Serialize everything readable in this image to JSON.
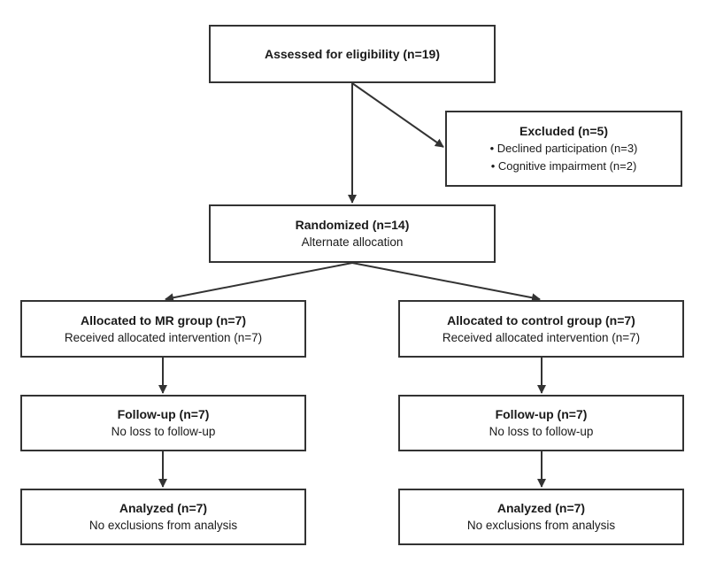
{
  "assessed": {
    "title": "Assessed for eligibility (n=19)"
  },
  "excluded": {
    "title": "Excluded (n=5)",
    "items": [
      "• Declined participation (n=3)",
      "• Cognitive impairment (n=2)"
    ]
  },
  "randomized": {
    "title": "Randomized (n=14)",
    "sub": "Alternate allocation"
  },
  "mr_group": {
    "allocated": {
      "title": "Allocated to MR group (n=7)",
      "sub": "Received allocated intervention (n=7)"
    },
    "followup": {
      "title": "Follow-up (n=7)",
      "sub": "No loss to follow-up"
    },
    "analyzed": {
      "title": "Analyzed (n=7)",
      "sub": "No exclusions from analysis"
    }
  },
  "control_group": {
    "allocated": {
      "title": "Allocated to control group (n=7)",
      "sub": "Received allocated intervention (n=7)"
    },
    "followup": {
      "title": "Follow-up (n=7)",
      "sub": "No loss to follow-up"
    },
    "analyzed": {
      "title": "Analyzed (n=7)",
      "sub": "No exclusions from analysis"
    }
  }
}
